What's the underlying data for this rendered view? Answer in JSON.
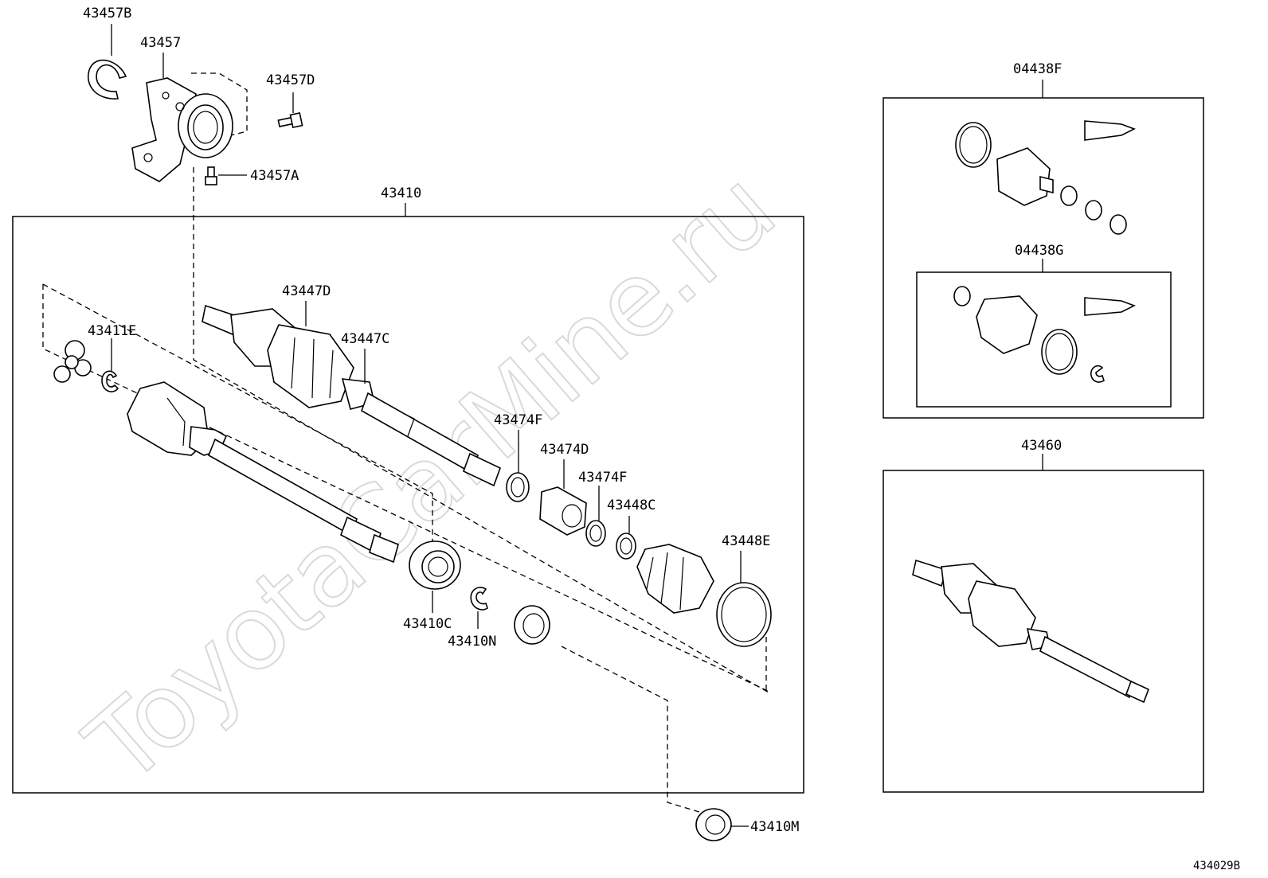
{
  "watermark": "ToyotaCarMine.ru",
  "diagram_id": "434029B",
  "labels": {
    "p43457B": "43457B",
    "p43457": "43457",
    "p43457D": "43457D",
    "p43457A": "43457A",
    "p43410": "43410",
    "p43447D": "43447D",
    "p43447C": "43447C",
    "p43411E": "43411E",
    "p43474F_1": "43474F",
    "p43474D": "43474D",
    "p43474F_2": "43474F",
    "p43448C": "43448C",
    "p43448E": "43448E",
    "p43410C": "43410C",
    "p43410N": "43410N",
    "p43410M": "43410M",
    "p04438F": "04438F",
    "p04438G": "04438G",
    "p43460": "43460"
  }
}
